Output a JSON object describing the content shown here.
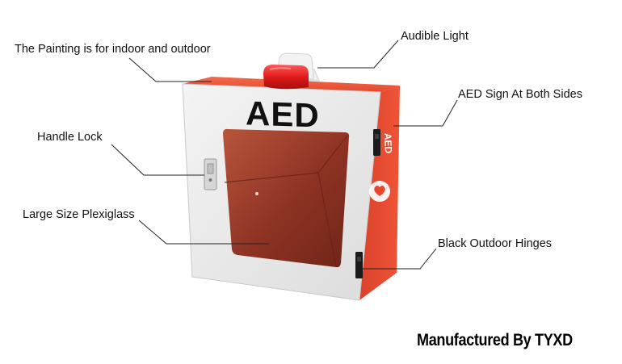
{
  "callouts": {
    "painting": "The Painting is for indoor and outdoor",
    "audible_light": "Audible Light",
    "aed_sign": "AED Sign At Both Sides",
    "handle_lock": "Handle Lock",
    "plexiglass": "Large Size Plexiglass",
    "hinges": "Black Outdoor Hinges"
  },
  "cabinet": {
    "front_label": "AED"
  },
  "footer": {
    "manufacturer": "Manufactured By TYXD"
  },
  "colors": {
    "cabinet_red": "#e8472e",
    "cabinet_front": "#eeeeee",
    "window_tint": "#9b3a28",
    "alarm_red": "#e01a1a",
    "hinge_black": "#1a1a1a"
  }
}
